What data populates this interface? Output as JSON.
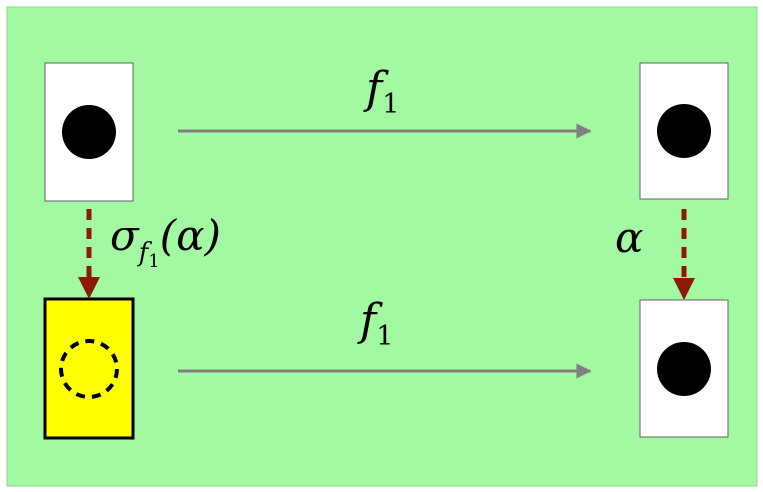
{
  "labels": {
    "top_arrow": "f",
    "top_arrow_sub": "1",
    "bottom_arrow": "f",
    "bottom_arrow_sub": "1",
    "left_arrow_sigma": "σ",
    "left_arrow_sub": "f",
    "left_arrow_subsub": "1",
    "left_arrow_arg": "(α)",
    "right_arrow": "α"
  },
  "colors": {
    "background": "#a2f9a2",
    "background_border": "#8fd88f",
    "card": "#ffffff",
    "card_highlight": "#ffff00",
    "solid_arrow": "#808080",
    "dashed_arrow": "#8b1a0a",
    "dot": "#000000"
  }
}
